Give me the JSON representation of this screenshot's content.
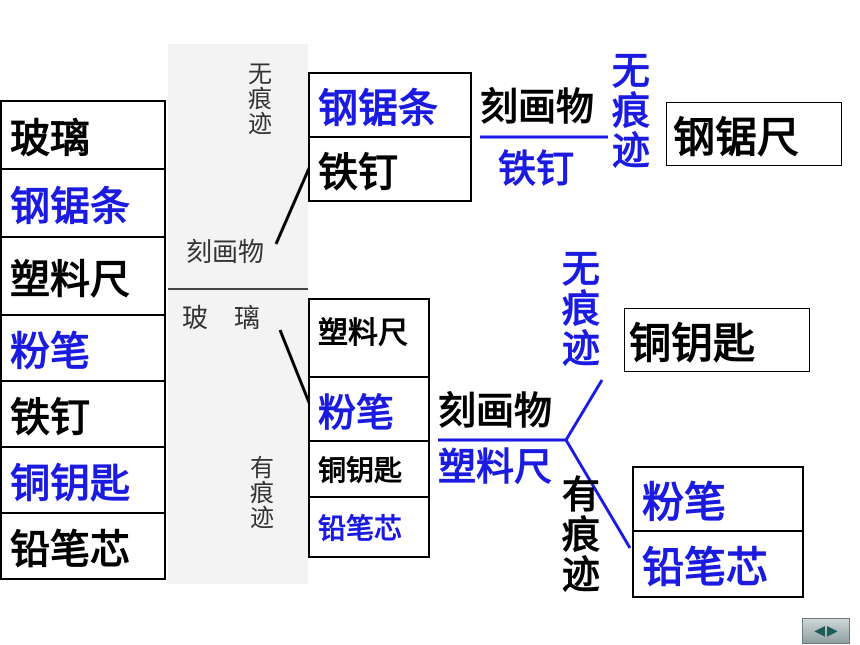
{
  "materials": [
    "玻璃",
    "钢锯条",
    "塑料尺",
    "粉笔",
    "铁钉",
    "铜钥匙",
    "铅笔芯"
  ],
  "scan": {
    "top_result": "无痕迹",
    "action": "刻画物",
    "object": "玻　璃",
    "bottom_result": "有痕迹"
  },
  "group_hard": [
    "钢锯条",
    "铁钉"
  ],
  "group_soft": [
    "塑料尺",
    "粉笔",
    "铜钥匙",
    "铅笔芯"
  ],
  "test1": {
    "action": "刻画物",
    "tool": "铁钉",
    "result": "无痕迹",
    "answer": "钢锯尺"
  },
  "test2": {
    "action": "刻画物",
    "tool": "塑料尺",
    "result_top": "无痕迹",
    "answer_top": "铜钥匙",
    "result_bottom": "有痕迹",
    "answer_bottom": [
      "粉笔",
      "铅笔芯"
    ]
  },
  "nav": {
    "prev": "◀",
    "next": "▶"
  },
  "colors": {
    "blue": "#1a1ae0",
    "black": "#000000"
  }
}
